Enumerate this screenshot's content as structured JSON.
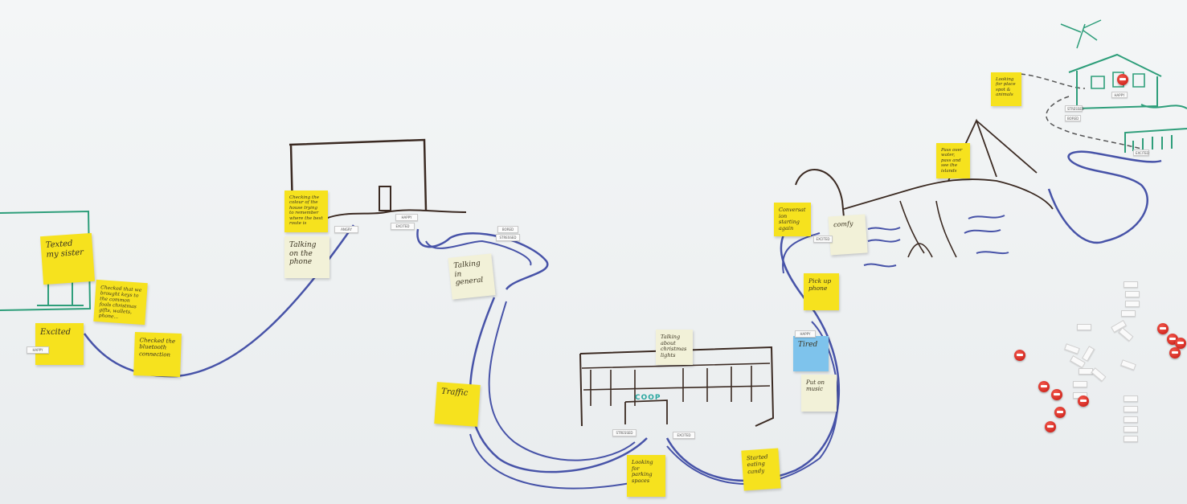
{
  "notes": [
    {
      "id": "texted-sister",
      "text": "Texted my sister",
      "color": "yellow"
    },
    {
      "id": "checked-keys",
      "text": "Checked that we brought keys to the common fools christmas gifts, wallets, phone...",
      "color": "yellow"
    },
    {
      "id": "excited",
      "text": "Excited",
      "color": "yellow"
    },
    {
      "id": "checked-bluetooth",
      "text": "Checked the bluetooth connection",
      "color": "yellow"
    },
    {
      "id": "checking-colour",
      "text": "Checking the colour of the house trying to remember where the best route is",
      "color": "yellow"
    },
    {
      "id": "talking-phone",
      "text": "Talking on the phone",
      "color": "cream"
    },
    {
      "id": "talking-general",
      "text": "Talking in general",
      "color": "cream"
    },
    {
      "id": "traffic",
      "text": "Traffic",
      "color": "yellow"
    },
    {
      "id": "talking-christmas",
      "text": "Talking about christmas lights",
      "color": "cream"
    },
    {
      "id": "looking-parking",
      "text": "Looking for parking spaces",
      "color": "yellow"
    },
    {
      "id": "started-eating",
      "text": "Started eating candy",
      "color": "yellow"
    },
    {
      "id": "conversation-starting",
      "text": "Conversation starting again",
      "color": "yellow"
    },
    {
      "id": "comfy",
      "text": "comfy",
      "color": "cream"
    },
    {
      "id": "pick-phone",
      "text": "Pick up phone",
      "color": "yellow"
    },
    {
      "id": "tired",
      "text": "Tired",
      "color": "blue"
    },
    {
      "id": "put-music",
      "text": "Put on music",
      "color": "cream"
    },
    {
      "id": "pass-over-water",
      "text": "Pass over water, pass and see the islands",
      "color": "yellow"
    },
    {
      "id": "looking-places",
      "text": "Looking for place spot & animals",
      "color": "yellow"
    }
  ],
  "tags": [
    {
      "id": "happy-1",
      "text": "HAPPY"
    },
    {
      "id": "angry-1",
      "text": "ANGRY"
    },
    {
      "id": "happy-2",
      "text": "HAPPY"
    },
    {
      "id": "excited-1",
      "text": "EXCITED"
    },
    {
      "id": "bored-1",
      "text": "BORED"
    },
    {
      "id": "stressed-1",
      "text": "STRESSED"
    },
    {
      "id": "stressed-2",
      "text": "STRESSED"
    },
    {
      "id": "excited-2",
      "text": "EXCITED"
    },
    {
      "id": "happy-3",
      "text": "HAPPY"
    },
    {
      "id": "excited-3",
      "text": "EXCITED"
    },
    {
      "id": "stressed-3",
      "text": "STRESSED"
    },
    {
      "id": "bored-2",
      "text": "BORED"
    },
    {
      "id": "excited-4",
      "text": "EXCITED"
    },
    {
      "id": "happy-4",
      "text": "HAPPY"
    }
  ],
  "sign_text": "COOP",
  "colors": {
    "sticky_yellow": "#f6e21e",
    "sticky_cream": "#f2f1d8",
    "sticky_blue": "#7ec3ec",
    "road_blue": "#4753a8",
    "marker_brown": "#3b2a22",
    "marker_green": "#2e9e7a",
    "magnet_red": "#d42a20"
  }
}
